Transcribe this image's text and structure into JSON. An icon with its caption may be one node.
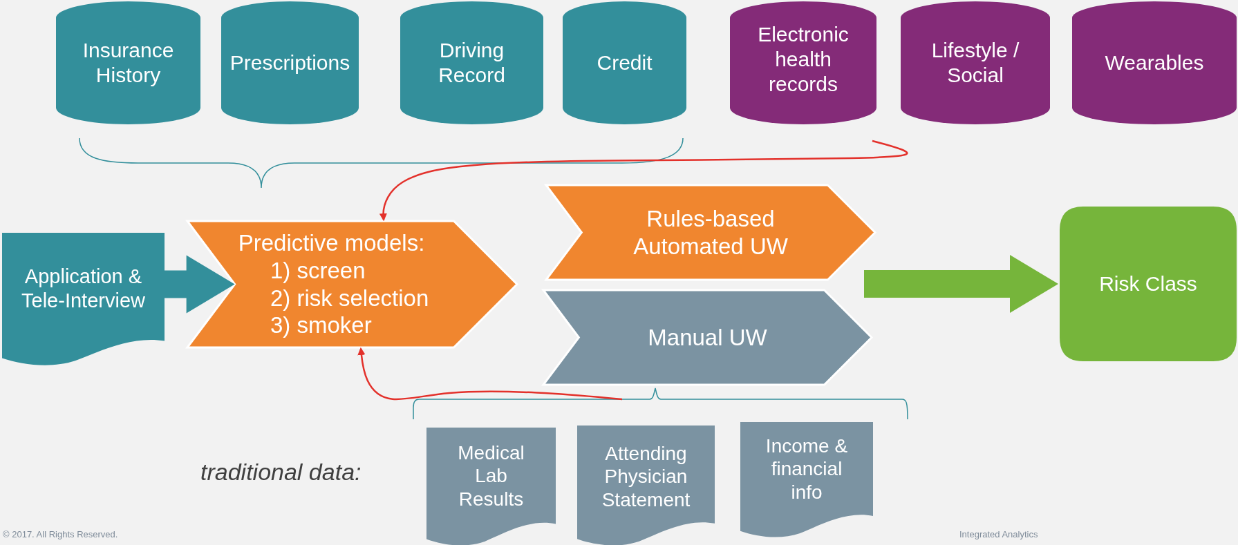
{
  "diagram": {
    "nodes": [
      {
        "text": [
          "Insurance History"
        ]
      },
      {
        "text": [
          "Prescriptions"
        ]
      },
      {
        "text": [
          "Driving Record"
        ]
      },
      {
        "text": [
          "Credit"
        ]
      },
      {
        "text": [
          "Electronic health records"
        ]
      },
      {
        "text": [
          "Lifestyle / Social"
        ]
      },
      {
        "text": [
          "Wearables"
        ]
      },
      {
        "text": [
          "Application & Tele-Interview"
        ]
      },
      {
        "text": [
          "Predictive models:",
          "1)  screen",
          "2)  risk selection",
          "3)  smoker"
        ]
      },
      {
        "text": [
          "Rules-based Automated UW"
        ]
      },
      {
        "text": [
          "Manual UW"
        ]
      },
      {
        "text": [
          "Risk Class"
        ]
      },
      {
        "text": [
          "Medical Lab Results"
        ]
      },
      {
        "text": [
          "Attending Physician Statement"
        ]
      },
      {
        "text": [
          "Income & financial info"
        ]
      }
    ],
    "edges": [
      {
        "from": 4,
        "to": 8,
        "arrow": "to",
        "color": "#e3312b"
      },
      {
        "from": 10,
        "to": 8,
        "arrow": "to",
        "color": "#e3312b"
      },
      {
        "from": 7,
        "to": 8,
        "arrow": "to",
        "color": "#338f9b"
      },
      {
        "from": 9,
        "to": 11,
        "arrow": "to",
        "color": "#76b53b"
      },
      {
        "from": 10,
        "to": 11,
        "arrow": "to",
        "color": "#76b53b"
      }
    ],
    "labels": [
      "traditional data:",
      "© 2017. All Rights Reserved.",
      "Integrated Analytics"
    ]
  }
}
